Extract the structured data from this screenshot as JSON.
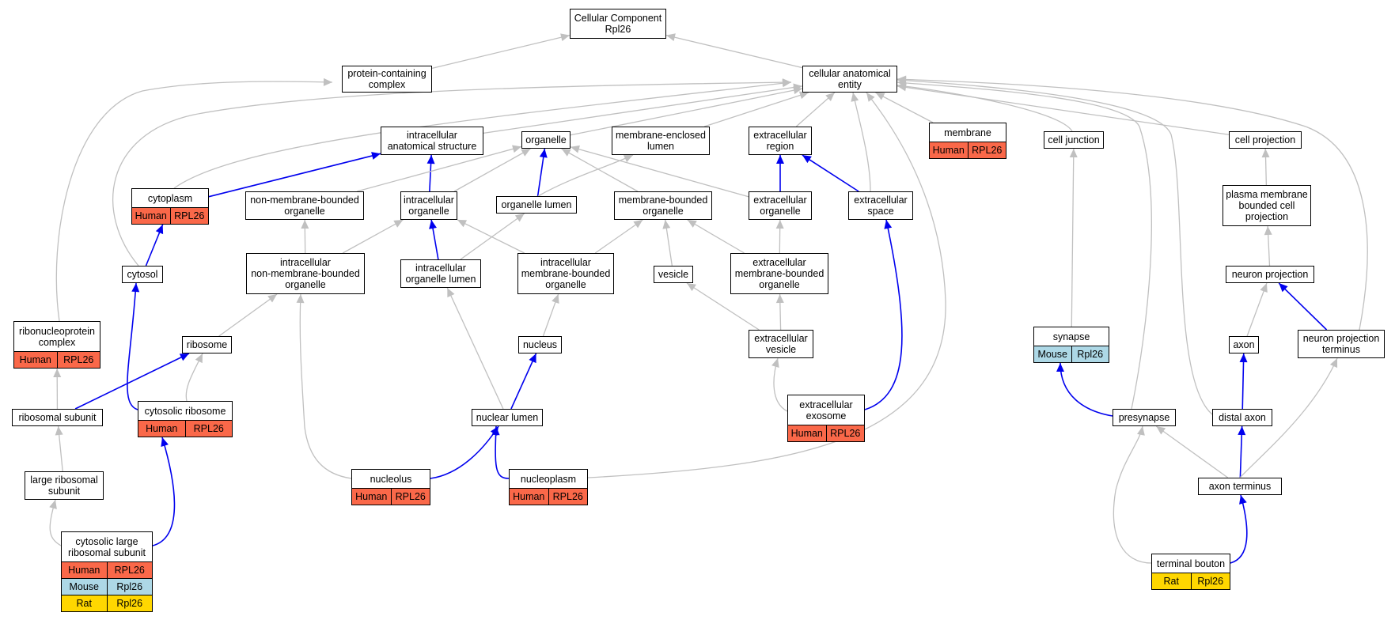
{
  "colors": {
    "Human": "#fa6849",
    "Mouse": "#add8e6",
    "Rat": "#ffd700",
    "gray_edge": "#c0c0c0",
    "blue_edge": "#0000ee"
  },
  "nodes": [
    {
      "id": "root",
      "label": "Cellular Component\nRpl26"
    },
    {
      "id": "pcc",
      "label": "protein-containing\ncomplex"
    },
    {
      "id": "cae",
      "label": "cellular anatomical\nentity"
    },
    {
      "id": "ias",
      "label": "intracellular\nanatomical structure"
    },
    {
      "id": "org",
      "label": "organelle"
    },
    {
      "id": "mel",
      "label": "membrane-enclosed\nlumen"
    },
    {
      "id": "exr",
      "label": "extracellular\nregion"
    },
    {
      "id": "mem",
      "label": "membrane",
      "labels": [
        [
          "Human",
          "RPL26"
        ]
      ]
    },
    {
      "id": "cj",
      "label": "cell junction"
    },
    {
      "id": "cp",
      "label": "cell projection"
    },
    {
      "id": "cyto",
      "label": "cytoplasm",
      "labels": [
        [
          "Human",
          "RPL26"
        ]
      ]
    },
    {
      "id": "nmbo",
      "label": "non-membrane-bounded\norganelle"
    },
    {
      "id": "io",
      "label": "intracellular\norganelle"
    },
    {
      "id": "ol",
      "label": "organelle lumen"
    },
    {
      "id": "mbo",
      "label": "membrane-bounded\norganelle"
    },
    {
      "id": "exo",
      "label": "extracellular\norganelle"
    },
    {
      "id": "exs",
      "label": "extracellular\nspace"
    },
    {
      "id": "pmbcp",
      "label": "plasma membrane\nbounded cell\nprojection"
    },
    {
      "id": "cytosol",
      "label": "cytosol"
    },
    {
      "id": "inmbo",
      "label": "intracellular\nnon-membrane-bounded\norganelle"
    },
    {
      "id": "iol",
      "label": "intracellular\norganelle lumen"
    },
    {
      "id": "imbo",
      "label": "intracellular\nmembrane-bounded\norganelle"
    },
    {
      "id": "ves",
      "label": "vesicle"
    },
    {
      "id": "embo",
      "label": "extracellular\nmembrane-bounded\norganelle"
    },
    {
      "id": "np",
      "label": "neuron projection"
    },
    {
      "id": "rnp",
      "label": "ribonucleoprotein\ncomplex",
      "labels": [
        [
          "Human",
          "RPL26"
        ]
      ]
    },
    {
      "id": "ribo",
      "label": "ribosome"
    },
    {
      "id": "nuc",
      "label": "nucleus"
    },
    {
      "id": "exv",
      "label": "extracellular\nvesicle"
    },
    {
      "id": "syn",
      "label": "synapse",
      "labels": [
        [
          "Mouse",
          "Rpl26"
        ]
      ]
    },
    {
      "id": "axon",
      "label": "axon"
    },
    {
      "id": "npt",
      "label": "neuron projection\nterminus"
    },
    {
      "id": "rs",
      "label": "ribosomal subunit"
    },
    {
      "id": "cr",
      "label": "cytosolic ribosome",
      "labels": [
        [
          "Human",
          "RPL26"
        ]
      ]
    },
    {
      "id": "nl",
      "label": "nuclear lumen"
    },
    {
      "id": "exx",
      "label": "extracellular\nexosome",
      "labels": [
        [
          "Human",
          "RPL26"
        ]
      ]
    },
    {
      "id": "pre",
      "label": "presynapse"
    },
    {
      "id": "da",
      "label": "distal axon"
    },
    {
      "id": "lrs",
      "label": "large ribosomal\nsubunit"
    },
    {
      "id": "nucleolus",
      "label": "nucleolus",
      "labels": [
        [
          "Human",
          "RPL26"
        ]
      ]
    },
    {
      "id": "nucleoplasm",
      "label": "nucleoplasm",
      "labels": [
        [
          "Human",
          "RPL26"
        ]
      ]
    },
    {
      "id": "at",
      "label": "axon terminus"
    },
    {
      "id": "clrs",
      "label": "cytosolic large\nribosomal subunit",
      "labels": [
        [
          "Human",
          "RPL26"
        ],
        [
          "Mouse",
          "Rpl26"
        ],
        [
          "Rat",
          "Rpl26"
        ]
      ]
    },
    {
      "id": "tb",
      "label": "terminal bouton",
      "labels": [
        [
          "Rat",
          "Rpl26"
        ]
      ]
    }
  ],
  "edges": [
    {
      "from": "pcc",
      "to": "root",
      "type": "gray"
    },
    {
      "from": "cae",
      "to": "root",
      "type": "gray"
    },
    {
      "from": "rnp",
      "to": "pcc",
      "type": "gray"
    },
    {
      "from": "ias",
      "to": "cae",
      "type": "gray"
    },
    {
      "from": "org",
      "to": "cae",
      "type": "gray"
    },
    {
      "from": "mel",
      "to": "cae",
      "type": "gray"
    },
    {
      "from": "exr",
      "to": "cae",
      "type": "gray"
    },
    {
      "from": "mem",
      "to": "cae",
      "type": "gray"
    },
    {
      "from": "cj",
      "to": "cae",
      "type": "gray"
    },
    {
      "from": "cp",
      "to": "cae",
      "type": "gray"
    },
    {
      "from": "cyto",
      "to": "cae",
      "type": "gray"
    },
    {
      "from": "cytosol",
      "to": "cae",
      "type": "gray"
    },
    {
      "from": "exs",
      "to": "cae",
      "type": "gray"
    },
    {
      "from": "nucleoplasm",
      "to": "cae",
      "type": "gray"
    },
    {
      "from": "pre",
      "to": "cae",
      "type": "gray"
    },
    {
      "from": "da",
      "to": "cae",
      "type": "gray"
    },
    {
      "from": "npt",
      "to": "cae",
      "type": "gray"
    },
    {
      "from": "cyto",
      "to": "ias",
      "type": "blue"
    },
    {
      "from": "io",
      "to": "ias",
      "type": "blue"
    },
    {
      "from": "nmbo",
      "to": "org",
      "type": "gray"
    },
    {
      "from": "io",
      "to": "org",
      "type": "gray"
    },
    {
      "from": "ol",
      "to": "org",
      "type": "blue"
    },
    {
      "from": "mbo",
      "to": "org",
      "type": "gray"
    },
    {
      "from": "exo",
      "to": "org",
      "type": "gray"
    },
    {
      "from": "ol",
      "to": "mel",
      "type": "gray"
    },
    {
      "from": "exo",
      "to": "exr",
      "type": "blue"
    },
    {
      "from": "exs",
      "to": "exr",
      "type": "blue"
    },
    {
      "from": "syn",
      "to": "cj",
      "type": "gray"
    },
    {
      "from": "pmbcp",
      "to": "cp",
      "type": "gray"
    },
    {
      "from": "cytosol",
      "to": "cyto",
      "type": "blue"
    },
    {
      "from": "inmbo",
      "to": "nmbo",
      "type": "gray"
    },
    {
      "from": "inmbo",
      "to": "io",
      "type": "gray"
    },
    {
      "from": "iol",
      "to": "io",
      "type": "blue"
    },
    {
      "from": "imbo",
      "to": "io",
      "type": "gray"
    },
    {
      "from": "iol",
      "to": "ol",
      "type": "gray"
    },
    {
      "from": "imbo",
      "to": "mbo",
      "type": "gray"
    },
    {
      "from": "ves",
      "to": "mbo",
      "type": "gray"
    },
    {
      "from": "embo",
      "to": "mbo",
      "type": "gray"
    },
    {
      "from": "embo",
      "to": "exo",
      "type": "gray"
    },
    {
      "from": "np",
      "to": "pmbcp",
      "type": "gray"
    },
    {
      "from": "cr",
      "to": "cytosol",
      "type": "blue"
    },
    {
      "from": "ribo",
      "to": "inmbo",
      "type": "gray"
    },
    {
      "from": "nucleolus",
      "to": "inmbo",
      "type": "gray"
    },
    {
      "from": "nl",
      "to": "iol",
      "type": "gray"
    },
    {
      "from": "nuc",
      "to": "imbo",
      "type": "gray"
    },
    {
      "from": "exv",
      "to": "ves",
      "type": "gray"
    },
    {
      "from": "exv",
      "to": "embo",
      "type": "gray"
    },
    {
      "from": "axon",
      "to": "np",
      "type": "gray"
    },
    {
      "from": "npt",
      "to": "np",
      "type": "blue"
    },
    {
      "from": "rs",
      "to": "rnp",
      "type": "gray"
    },
    {
      "from": "rs",
      "to": "ribo",
      "type": "blue"
    },
    {
      "from": "cr",
      "to": "ribo",
      "type": "gray"
    },
    {
      "from": "nl",
      "to": "nuc",
      "type": "blue"
    },
    {
      "from": "exx",
      "to": "exv",
      "type": "gray"
    },
    {
      "from": "exx",
      "to": "exs",
      "type": "blue"
    },
    {
      "from": "pre",
      "to": "syn",
      "type": "blue"
    },
    {
      "from": "da",
      "to": "axon",
      "type": "blue"
    },
    {
      "from": "lrs",
      "to": "rs",
      "type": "gray"
    },
    {
      "from": "clrs",
      "to": "cr",
      "type": "blue"
    },
    {
      "from": "nucleolus",
      "to": "nl",
      "type": "blue"
    },
    {
      "from": "nucleoplasm",
      "to": "nl",
      "type": "blue"
    },
    {
      "from": "at",
      "to": "pre",
      "type": "gray"
    },
    {
      "from": "at",
      "to": "da",
      "type": "blue"
    },
    {
      "from": "at",
      "to": "npt",
      "type": "gray"
    },
    {
      "from": "clrs",
      "to": "lrs",
      "type": "gray"
    },
    {
      "from": "tb",
      "to": "pre",
      "type": "gray"
    },
    {
      "from": "tb",
      "to": "at",
      "type": "blue"
    }
  ]
}
